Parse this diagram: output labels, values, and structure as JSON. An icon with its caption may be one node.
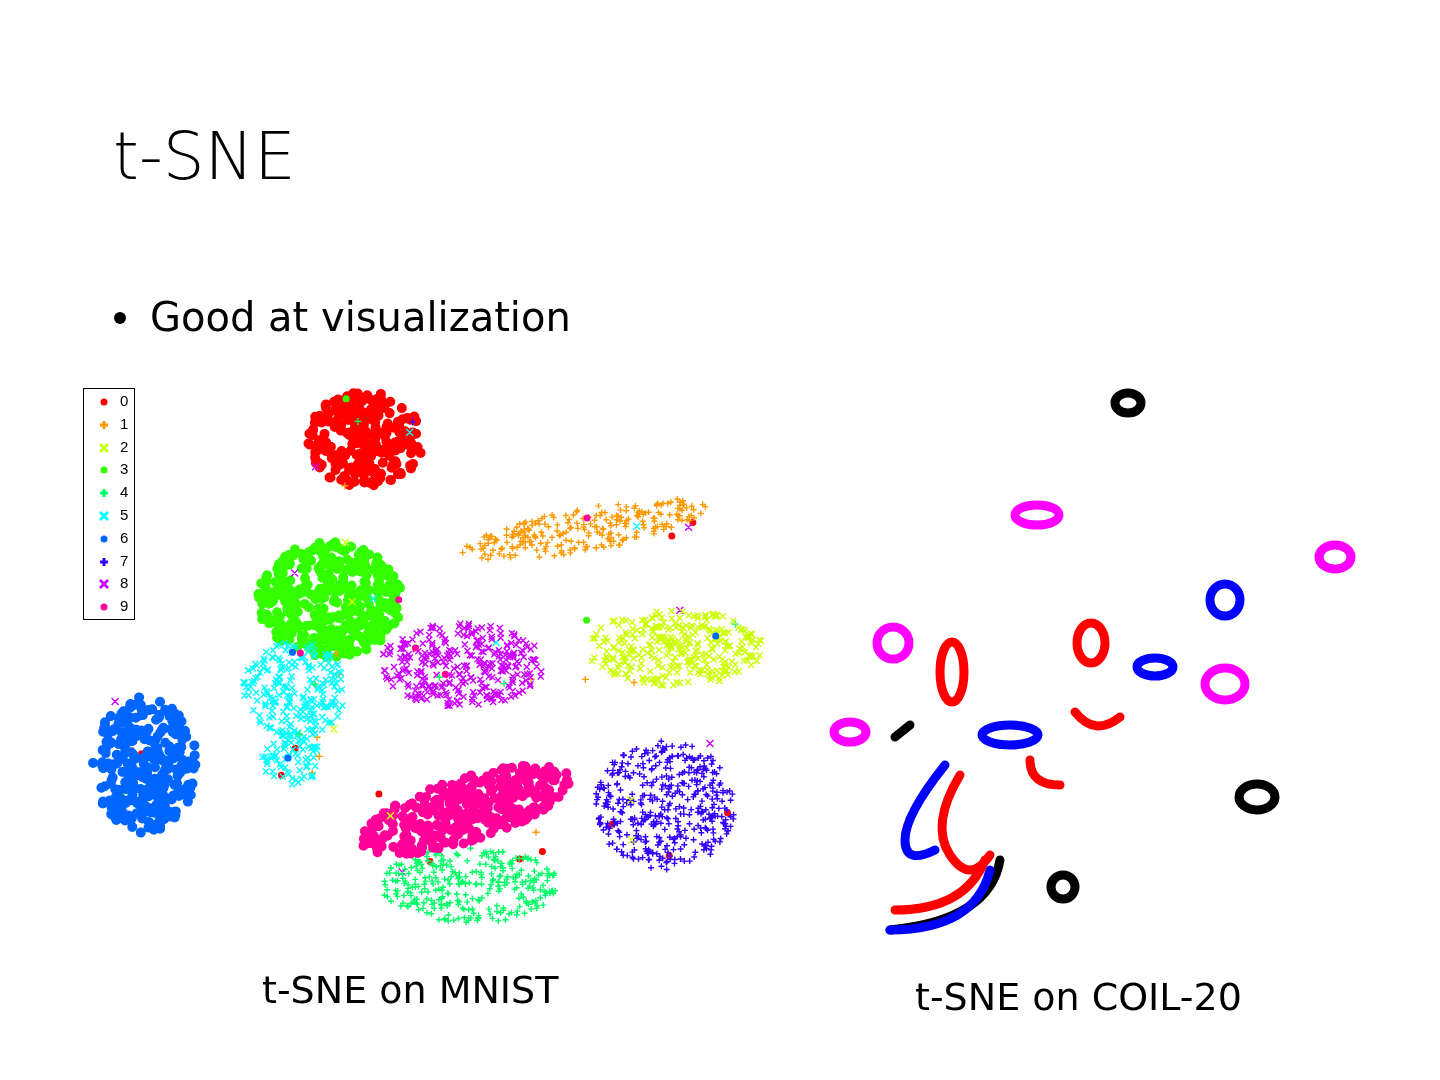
{
  "diagram": {
    "title": "t-SNE",
    "labels": [
      "Good at visualization",
      "t-SNE on MNIST",
      "t-SNE on COIL-20"
    ],
    "legend": [
      {
        "text": "0",
        "color": "#ff0000"
      },
      {
        "text": "1",
        "color": "#ff9900"
      },
      {
        "text": "2",
        "color": "#ccff00"
      },
      {
        "text": "3",
        "color": "#33ff00"
      },
      {
        "text": "4",
        "color": "#00ff66"
      },
      {
        "text": "5",
        "color": "#00ffff"
      },
      {
        "text": "6",
        "color": "#0066ff"
      },
      {
        "text": "7",
        "color": "#3300ff"
      },
      {
        "text": "8",
        "color": "#cc00ff"
      },
      {
        "text": "9",
        "color": "#ff0099"
      }
    ]
  }
}
